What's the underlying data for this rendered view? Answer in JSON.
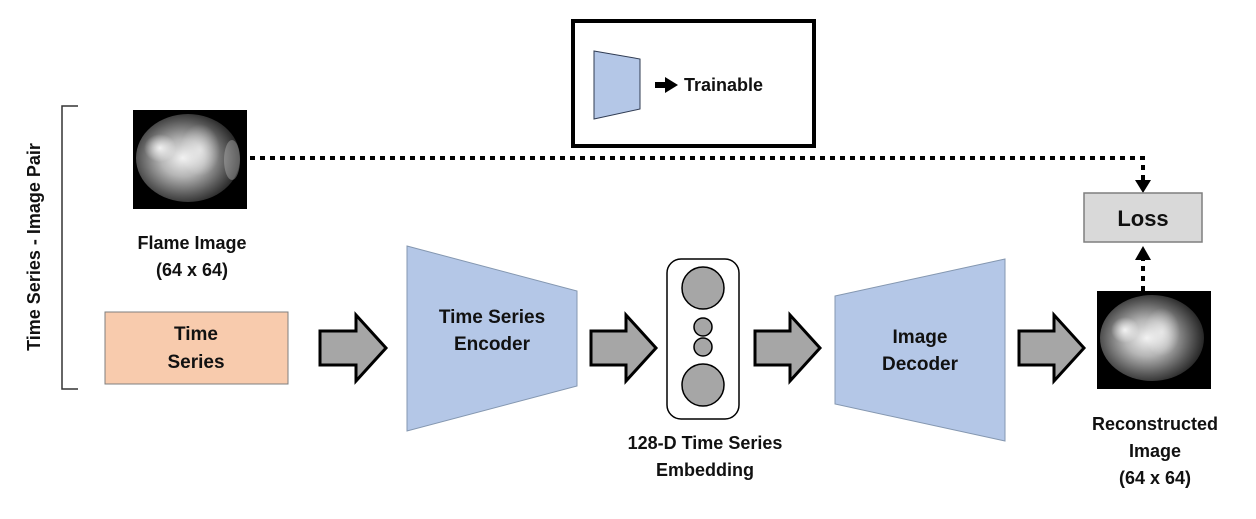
{
  "colors": {
    "trainable_block": "#b4c7e7",
    "time_series_box": "#f8cbad",
    "loss_box": "#d9d9d9",
    "arrow_fill": "#a6a6a6",
    "embedding_circle": "#a6a6a6",
    "outline": "#000000"
  },
  "icons": {
    "legend_arrow": "right-arrow-icon",
    "flow_arrow": "block-right-arrow-icon"
  },
  "legend": {
    "label": "Trainable"
  },
  "pair_bracket": {
    "label": "Time Series - Image Pair"
  },
  "flame_image": {
    "title": "Flame Image",
    "size": "(64 x 64)"
  },
  "time_series": {
    "line1": "Time",
    "line2": "Series"
  },
  "encoder": {
    "line1": "Time Series",
    "line2": "Encoder"
  },
  "embedding": {
    "line1": "128-D Time Series",
    "line2": "Embedding"
  },
  "decoder": {
    "line1": "Image",
    "line2": "Decoder"
  },
  "reconstructed_image": {
    "line1": "Reconstructed",
    "line2": "Image",
    "line3": "(64 x 64)"
  },
  "loss": {
    "label": "Loss"
  }
}
